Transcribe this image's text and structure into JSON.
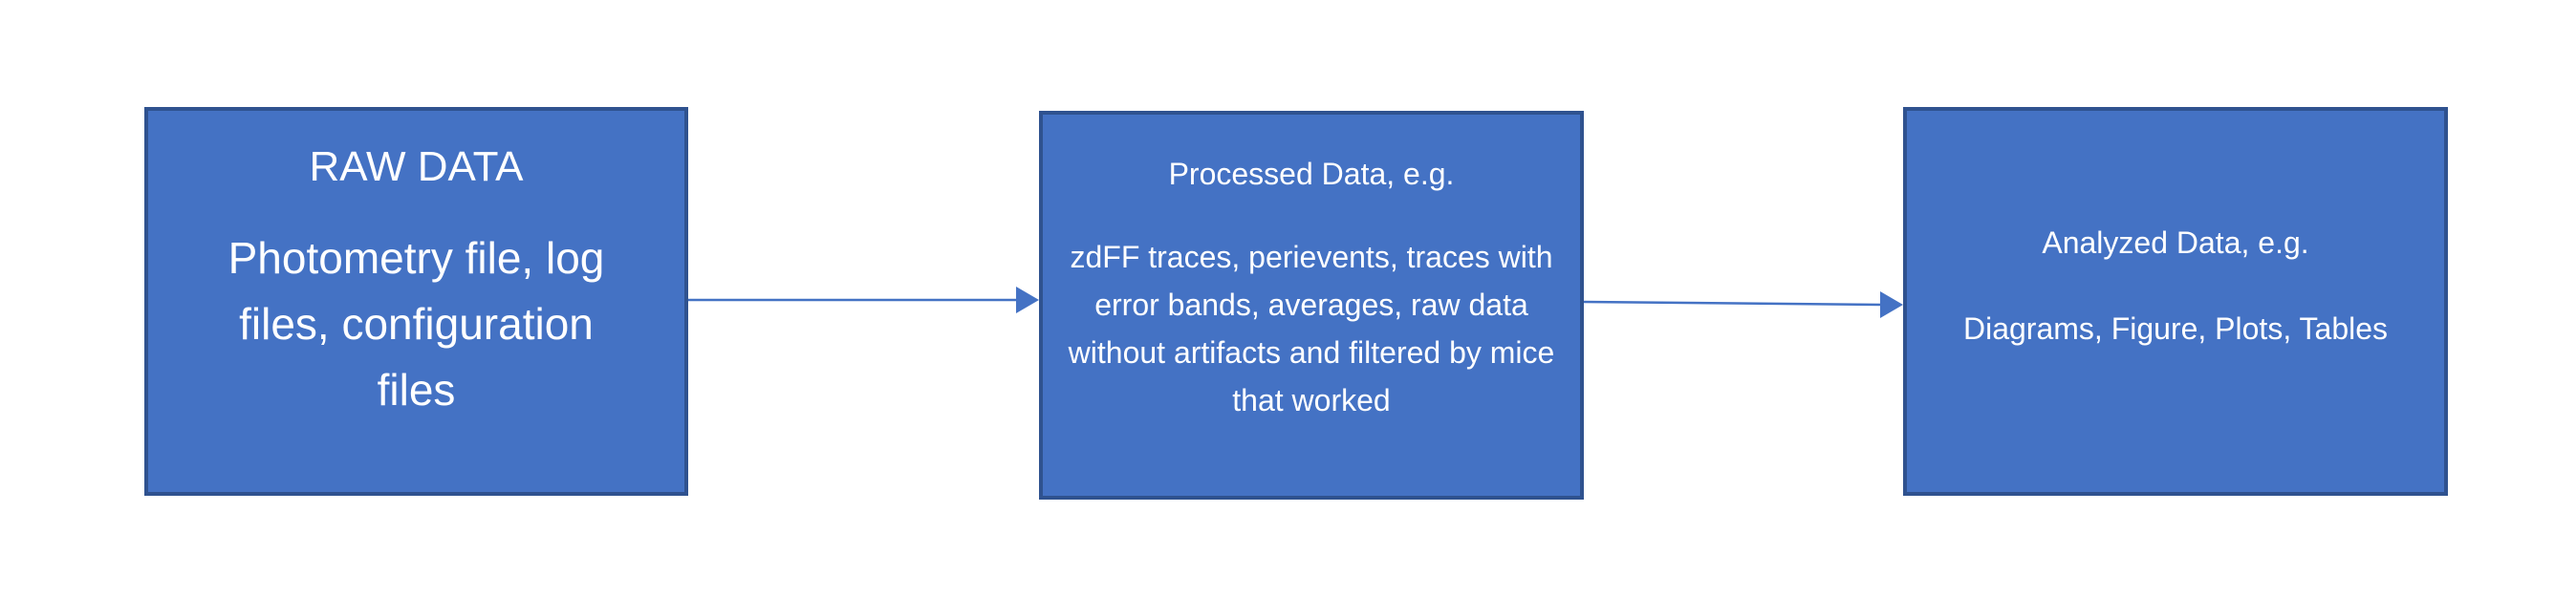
{
  "diagram": {
    "nodes": [
      {
        "id": "raw",
        "title": "RAW DATA",
        "body": "Photometry file, log files, configuration files"
      },
      {
        "id": "processed",
        "title": "Processed Data, e.g.",
        "body": "zdFF traces, perievents, traces with error bands, averages, raw data without artifacts and filtered by mice that worked"
      },
      {
        "id": "analyzed",
        "title": "Analyzed Data, e.g.",
        "body": "Diagrams, Figure, Plots, Tables"
      }
    ],
    "edges": [
      {
        "from": "raw",
        "to": "processed"
      },
      {
        "from": "processed",
        "to": "analyzed"
      }
    ],
    "colors": {
      "box_fill": "#4472c4",
      "box_border": "#2f528f",
      "text": "#ffffff",
      "arrow": "#4472c4"
    }
  }
}
